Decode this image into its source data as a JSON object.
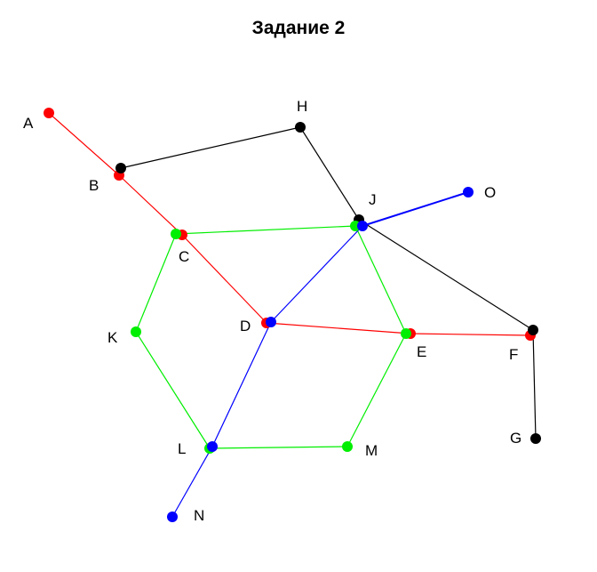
{
  "title": "Задание 2",
  "colors": {
    "red": "#ff0000",
    "black": "#000000",
    "green": "#00ee00",
    "blue": "#0000ff"
  },
  "nodes": {
    "A": {
      "label": "A"
    },
    "B": {
      "label": "B"
    },
    "C": {
      "label": "C"
    },
    "D": {
      "label": "D"
    },
    "E": {
      "label": "E"
    },
    "F": {
      "label": "F"
    },
    "G": {
      "label": "G"
    },
    "H": {
      "label": "H"
    },
    "J": {
      "label": "J"
    },
    "K": {
      "label": "K"
    },
    "L": {
      "label": "L"
    },
    "M": {
      "label": "M"
    },
    "N": {
      "label": "N"
    },
    "O": {
      "label": "O"
    }
  },
  "paths": [
    {
      "color": "red",
      "nodes": [
        "A",
        "B",
        "C",
        "D",
        "E",
        "F"
      ]
    },
    {
      "color": "black",
      "nodes": [
        "B",
        "H",
        "J",
        "F",
        "G"
      ]
    },
    {
      "color": "green",
      "nodes": [
        "C",
        "J",
        "E",
        "M",
        "L",
        "K",
        "C"
      ]
    },
    {
      "color": "blue",
      "nodes": [
        "N",
        "L",
        "D",
        "J",
        "O"
      ]
    }
  ]
}
